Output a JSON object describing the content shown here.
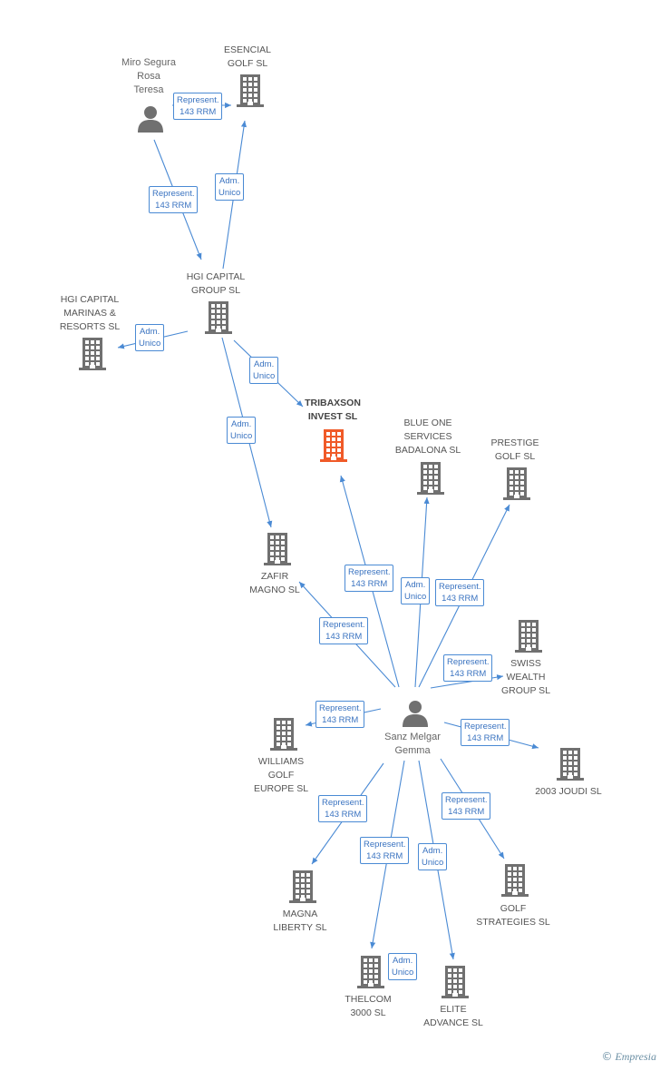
{
  "colors": {
    "edge": "#4a8ad4",
    "icon": "#707070",
    "focus": "#f05a28",
    "badge_text": "#3a73c0"
  },
  "nodes": [
    {
      "id": "miro",
      "kind": "person",
      "label": "Miro Segura\nRosa\nTeresa"
    },
    {
      "id": "esencial",
      "kind": "company",
      "label": "ESENCIAL\nGOLF  SL"
    },
    {
      "id": "hgi",
      "kind": "company",
      "label": "HGI CAPITAL\nGROUP SL"
    },
    {
      "id": "hgim",
      "kind": "company",
      "label": "HGI CAPITAL\nMARINAS &\nRESORTS SL"
    },
    {
      "id": "trib",
      "kind": "company-main",
      "label": "TRIBAXSON\nINVEST SL"
    },
    {
      "id": "blue",
      "kind": "company",
      "label": "BLUE ONE\nSERVICES\nBADALONA SL"
    },
    {
      "id": "prestige",
      "kind": "company",
      "label": "PRESTIGE\nGOLF SL"
    },
    {
      "id": "zafir",
      "kind": "company",
      "label": "ZAFIR\nMAGNO SL"
    },
    {
      "id": "swiss",
      "kind": "company",
      "label": "SWISS\nWEALTH\nGROUP  SL"
    },
    {
      "id": "sanz",
      "kind": "person",
      "label": "Sanz Melgar\nGemma"
    },
    {
      "id": "williams",
      "kind": "company",
      "label": "WILLIAMS\nGOLF\nEUROPE SL"
    },
    {
      "id": "joudi",
      "kind": "company",
      "label": "2003 JOUDI SL"
    },
    {
      "id": "magna",
      "kind": "company",
      "label": "MAGNA\nLIBERTY SL"
    },
    {
      "id": "golfstr",
      "kind": "company",
      "label": "GOLF\nSTRATEGIES SL"
    },
    {
      "id": "thelcom",
      "kind": "company",
      "label": "THELCOM\n3000  SL"
    },
    {
      "id": "elite",
      "kind": "company",
      "label": "ELITE\nADVANCE SL"
    }
  ],
  "edges": [
    {
      "from": "miro",
      "to": "hgi",
      "label": "Represent.\n143 RRM"
    },
    {
      "from": "miro",
      "to": "esencial",
      "label": "Represent.\n143 RRM"
    },
    {
      "from": "hgi",
      "to": "esencial",
      "label": "Adm.\nUnico"
    },
    {
      "from": "hgi",
      "to": "hgim",
      "label": "Adm.\nUnico"
    },
    {
      "from": "hgi",
      "to": "trib",
      "label": "Adm.\nUnico"
    },
    {
      "from": "hgi",
      "to": "zafir",
      "label": "Adm.\nUnico"
    },
    {
      "from": "sanz",
      "to": "trib",
      "label": "Represent.\n143 RRM"
    },
    {
      "from": "sanz",
      "to": "blue",
      "label": "Adm.\nUnico"
    },
    {
      "from": "sanz",
      "to": "prestige",
      "label": "Represent.\n143 RRM"
    },
    {
      "from": "sanz",
      "to": "zafir",
      "label": "Represent.\n143 RRM"
    },
    {
      "from": "sanz",
      "to": "swiss",
      "label": "Represent.\n143 RRM"
    },
    {
      "from": "sanz",
      "to": "williams",
      "label": "Represent.\n143 RRM"
    },
    {
      "from": "sanz",
      "to": "joudi",
      "label": "Represent.\n143 RRM"
    },
    {
      "from": "sanz",
      "to": "magna",
      "label": "Represent.\n143 RRM"
    },
    {
      "from": "sanz",
      "to": "golfstr",
      "label": "Represent.\n143 RRM"
    },
    {
      "from": "sanz",
      "to": "thelcom",
      "label": "Represent.\n143 RRM"
    },
    {
      "from": "sanz",
      "to": "thelcom",
      "label": "Adm.\nUnico"
    },
    {
      "from": "sanz",
      "to": "elite",
      "label": "Adm.\nUnico"
    }
  ],
  "brand": {
    "copyright": "©",
    "name": "Empresia"
  }
}
